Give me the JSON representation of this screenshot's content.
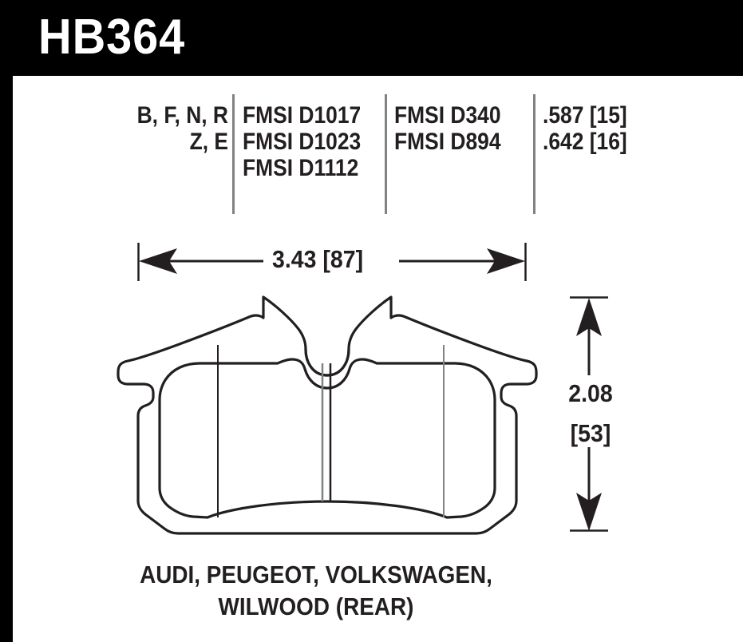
{
  "header": {
    "part_number": "HB364",
    "background_color": "#000000",
    "text_color": "#ffffff"
  },
  "spec_table": {
    "columns": [
      {
        "name": "compounds",
        "lines": [
          "B, F, N, R",
          "Z, E"
        ]
      },
      {
        "name": "fmsi-group-1",
        "lines": [
          "FMSI D1017",
          "FMSI D1023",
          "FMSI D1112"
        ]
      },
      {
        "name": "fmsi-group-2",
        "lines": [
          "FMSI D340",
          "FMSI D894"
        ]
      },
      {
        "name": "thickness",
        "lines": [
          ".587 [15]",
          ".642 [16]"
        ]
      }
    ],
    "divider_color": "#808285"
  },
  "dimensions": {
    "width_label": "3.43 [87]",
    "height_label_line1": "2.08",
    "height_label_line2": "[53]"
  },
  "caption": {
    "line1": "AUDI, PEUGEOT, VOLKSWAGEN,",
    "line2": "WILWOOD (REAR)"
  },
  "drawing": {
    "line_color": "#231f20",
    "inner_line_color": "#808285",
    "description": "rear brake pad outline with central notch"
  }
}
